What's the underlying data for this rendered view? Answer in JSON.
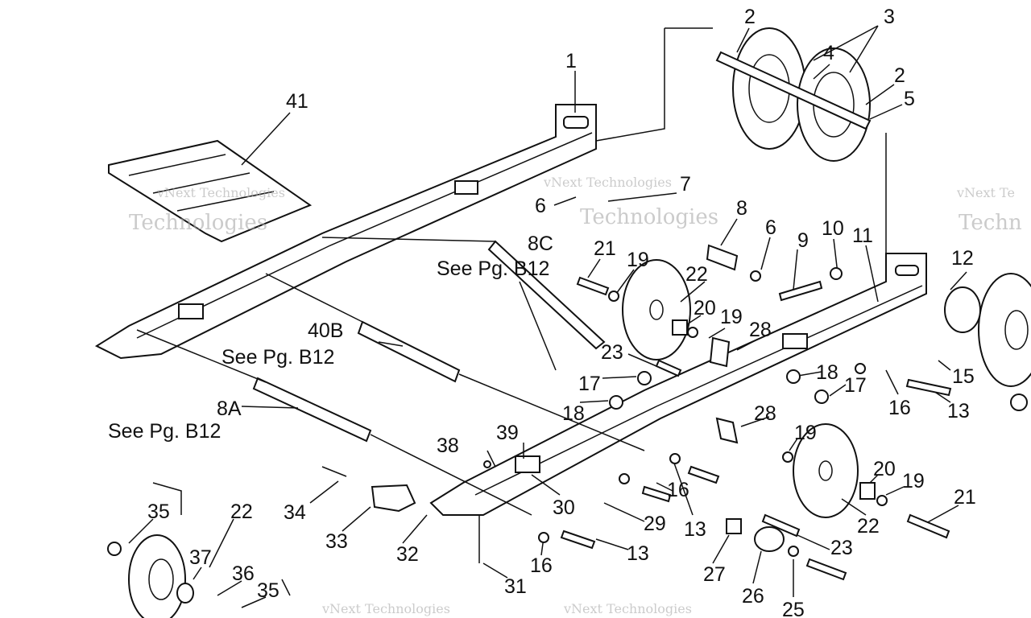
{
  "diagram": {
    "title": "Rear suspension rails exploded parts diagram",
    "watermark": [
      "vNext Technologies",
      "vNext",
      "Technologies"
    ],
    "labels": [
      {
        "id": "l1",
        "text": "1"
      },
      {
        "id": "l41",
        "text": "41"
      },
      {
        "id": "l2a",
        "text": "2"
      },
      {
        "id": "l3",
        "text": "3"
      },
      {
        "id": "l4",
        "text": "4"
      },
      {
        "id": "l2b",
        "text": "2"
      },
      {
        "id": "l5",
        "text": "5"
      },
      {
        "id": "l7",
        "text": "7"
      },
      {
        "id": "l6a",
        "text": "6"
      },
      {
        "id": "l8",
        "text": "8"
      },
      {
        "id": "l6b",
        "text": "6"
      },
      {
        "id": "l9",
        "text": "9"
      },
      {
        "id": "l10",
        "text": "10"
      },
      {
        "id": "l11",
        "text": "11"
      },
      {
        "id": "l12",
        "text": "12"
      },
      {
        "id": "l8c",
        "text": "8C"
      },
      {
        "id": "see1",
        "text": "See Pg. B12"
      },
      {
        "id": "l21a",
        "text": "21"
      },
      {
        "id": "l19a",
        "text": "19"
      },
      {
        "id": "l22a",
        "text": "22"
      },
      {
        "id": "l20a",
        "text": "20"
      },
      {
        "id": "l19b",
        "text": "19"
      },
      {
        "id": "l28a",
        "text": "28"
      },
      {
        "id": "l40b",
        "text": "40B"
      },
      {
        "id": "see2",
        "text": "See Pg. B12"
      },
      {
        "id": "l23a",
        "text": "23"
      },
      {
        "id": "l17a",
        "text": "17"
      },
      {
        "id": "l18a",
        "text": "18"
      },
      {
        "id": "l18b",
        "text": "18"
      },
      {
        "id": "l17b",
        "text": "17"
      },
      {
        "id": "l16a",
        "text": "16"
      },
      {
        "id": "l13a",
        "text": "13"
      },
      {
        "id": "l15",
        "text": "15"
      },
      {
        "id": "l8a",
        "text": "8A"
      },
      {
        "id": "see3",
        "text": "See Pg. B12"
      },
      {
        "id": "l38",
        "text": "38"
      },
      {
        "id": "l39",
        "text": "39"
      },
      {
        "id": "l28b",
        "text": "28"
      },
      {
        "id": "l19c",
        "text": "19"
      },
      {
        "id": "l20b",
        "text": "20"
      },
      {
        "id": "l19d",
        "text": "19"
      },
      {
        "id": "l21b",
        "text": "21"
      },
      {
        "id": "l22b",
        "text": "22"
      },
      {
        "id": "l16b",
        "text": "16"
      },
      {
        "id": "l13b",
        "text": "13"
      },
      {
        "id": "l34",
        "text": "34"
      },
      {
        "id": "l33",
        "text": "33"
      },
      {
        "id": "l30",
        "text": "30"
      },
      {
        "id": "l29",
        "text": "29"
      },
      {
        "id": "l32",
        "text": "32"
      },
      {
        "id": "l16c",
        "text": "16"
      },
      {
        "id": "l13c",
        "text": "13"
      },
      {
        "id": "l31",
        "text": "31"
      },
      {
        "id": "l27",
        "text": "27"
      },
      {
        "id": "l26",
        "text": "26"
      },
      {
        "id": "l25",
        "text": "25"
      },
      {
        "id": "l23b",
        "text": "23"
      },
      {
        "id": "l35a",
        "text": "35"
      },
      {
        "id": "l22c",
        "text": "22"
      },
      {
        "id": "l37",
        "text": "37"
      },
      {
        "id": "l36",
        "text": "36"
      },
      {
        "id": "l35b",
        "text": "35"
      }
    ]
  }
}
